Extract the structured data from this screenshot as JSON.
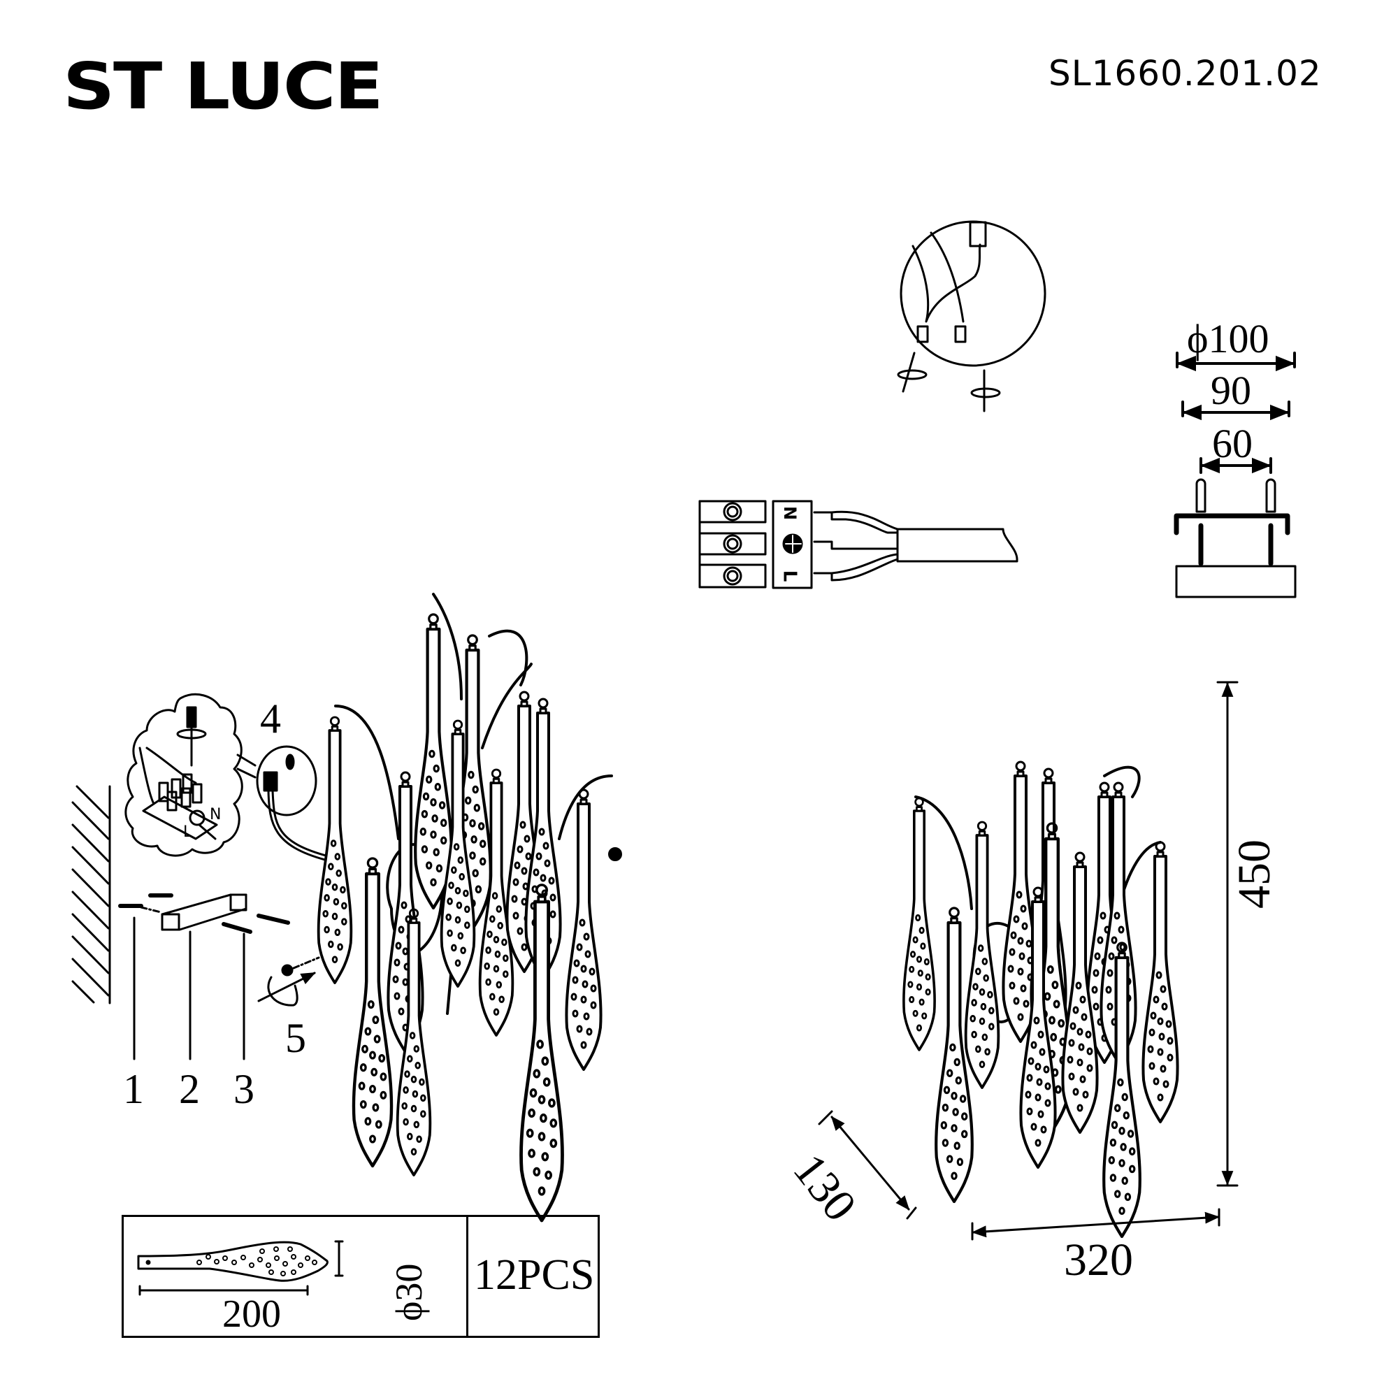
{
  "header": {
    "brand": "ST LUCE",
    "model_number": "SL1660.201.02"
  },
  "colors": {
    "ink": "#000000",
    "paper": "#ffffff"
  },
  "mounting_plate": {
    "dim_outer": "ϕ100",
    "dim_middle": "90",
    "dim_inner": "60"
  },
  "wiring": {
    "terminal_labels": [
      "N",
      "⏚",
      "L"
    ],
    "detail_icons": [
      "wire-connector-icon",
      "twist-icon",
      "twist-icon"
    ]
  },
  "installation": {
    "step_callouts": [
      "4",
      "5"
    ],
    "part_callouts": [
      "1",
      "2",
      "3"
    ],
    "inset_terminal_labels": [
      "N",
      "L"
    ]
  },
  "overall_dimensions": {
    "height": "450",
    "width": "320",
    "depth": "130"
  },
  "parts_table": {
    "crystal_length": "200",
    "crystal_diameter": "ϕ30",
    "quantity": "12PCS"
  }
}
